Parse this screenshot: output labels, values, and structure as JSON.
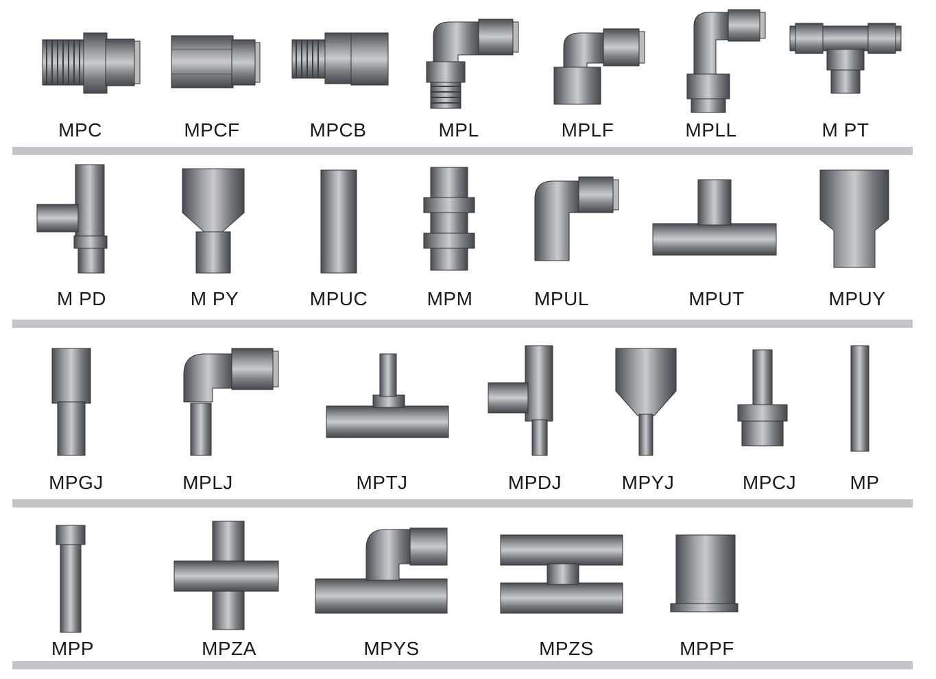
{
  "colors": {
    "metal_dark": "#55585d",
    "metal_mid": "#8a8d92",
    "metal_light": "#d4d6d9",
    "divider": "#c3c5c8",
    "label": "#1a1a1a"
  },
  "rows": [
    {
      "items": [
        {
          "label": "MPC",
          "icon": "straight-male-connector-icon"
        },
        {
          "label": "MPCF",
          "icon": "straight-female-connector-icon"
        },
        {
          "label": "MPCB",
          "icon": "bulkhead-connector-icon"
        },
        {
          "label": "MPL",
          "icon": "male-elbow-icon"
        },
        {
          "label": "MPLF",
          "icon": "female-elbow-icon"
        },
        {
          "label": "MPLL",
          "icon": "long-swivel-elbow-icon"
        },
        {
          "label": "M PT",
          "icon": "male-branch-tee-icon"
        }
      ]
    },
    {
      "items": [
        {
          "label": "M PD",
          "icon": "male-run-tee-icon"
        },
        {
          "label": "M PY",
          "icon": "male-y-connector-icon"
        },
        {
          "label": "MPUC",
          "icon": "union-straight-icon"
        },
        {
          "label": "MPM",
          "icon": "bulkhead-union-icon"
        },
        {
          "label": "MPUL",
          "icon": "union-elbow-icon"
        },
        {
          "label": "MPUT",
          "icon": "union-tee-icon"
        },
        {
          "label": "MPUY",
          "icon": "union-y-icon"
        }
      ]
    },
    {
      "items": [
        {
          "label": "MPGJ",
          "icon": "plug-in-reducer-icon"
        },
        {
          "label": "MPLJ",
          "icon": "plug-in-elbow-icon"
        },
        {
          "label": "MPTJ",
          "icon": "plug-in-tee-icon"
        },
        {
          "label": "MPDJ",
          "icon": "plug-in-run-tee-icon"
        },
        {
          "label": "MPYJ",
          "icon": "plug-in-y-icon"
        },
        {
          "label": "MPCJ",
          "icon": "hose-barb-connector-icon"
        },
        {
          "label": "MP",
          "icon": "blanking-plug-icon"
        }
      ]
    },
    {
      "items": [
        {
          "label": "MPP",
          "icon": "plug-icon"
        },
        {
          "label": "MPZA",
          "icon": "cross-connector-icon"
        },
        {
          "label": "MPYS",
          "icon": "double-union-tee-icon"
        },
        {
          "label": "MPZS",
          "icon": "h-connector-icon"
        },
        {
          "label": "MPPF",
          "icon": "bulkhead-panel-fitting-icon"
        }
      ]
    }
  ]
}
